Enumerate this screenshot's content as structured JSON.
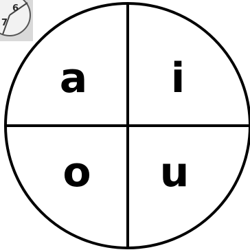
{
  "thumbnail": {
    "numbers": [
      "6",
      "7"
    ],
    "icon": "number-dial-thumbnail-icon"
  },
  "wheel": {
    "quadrants": [
      {
        "letter": "a"
      },
      {
        "letter": "i"
      },
      {
        "letter": "o"
      },
      {
        "letter": "u"
      }
    ]
  },
  "colors": {
    "stroke": "#000000",
    "background": "#ffffff",
    "thumbnail_bg": "#d9d9d9"
  }
}
